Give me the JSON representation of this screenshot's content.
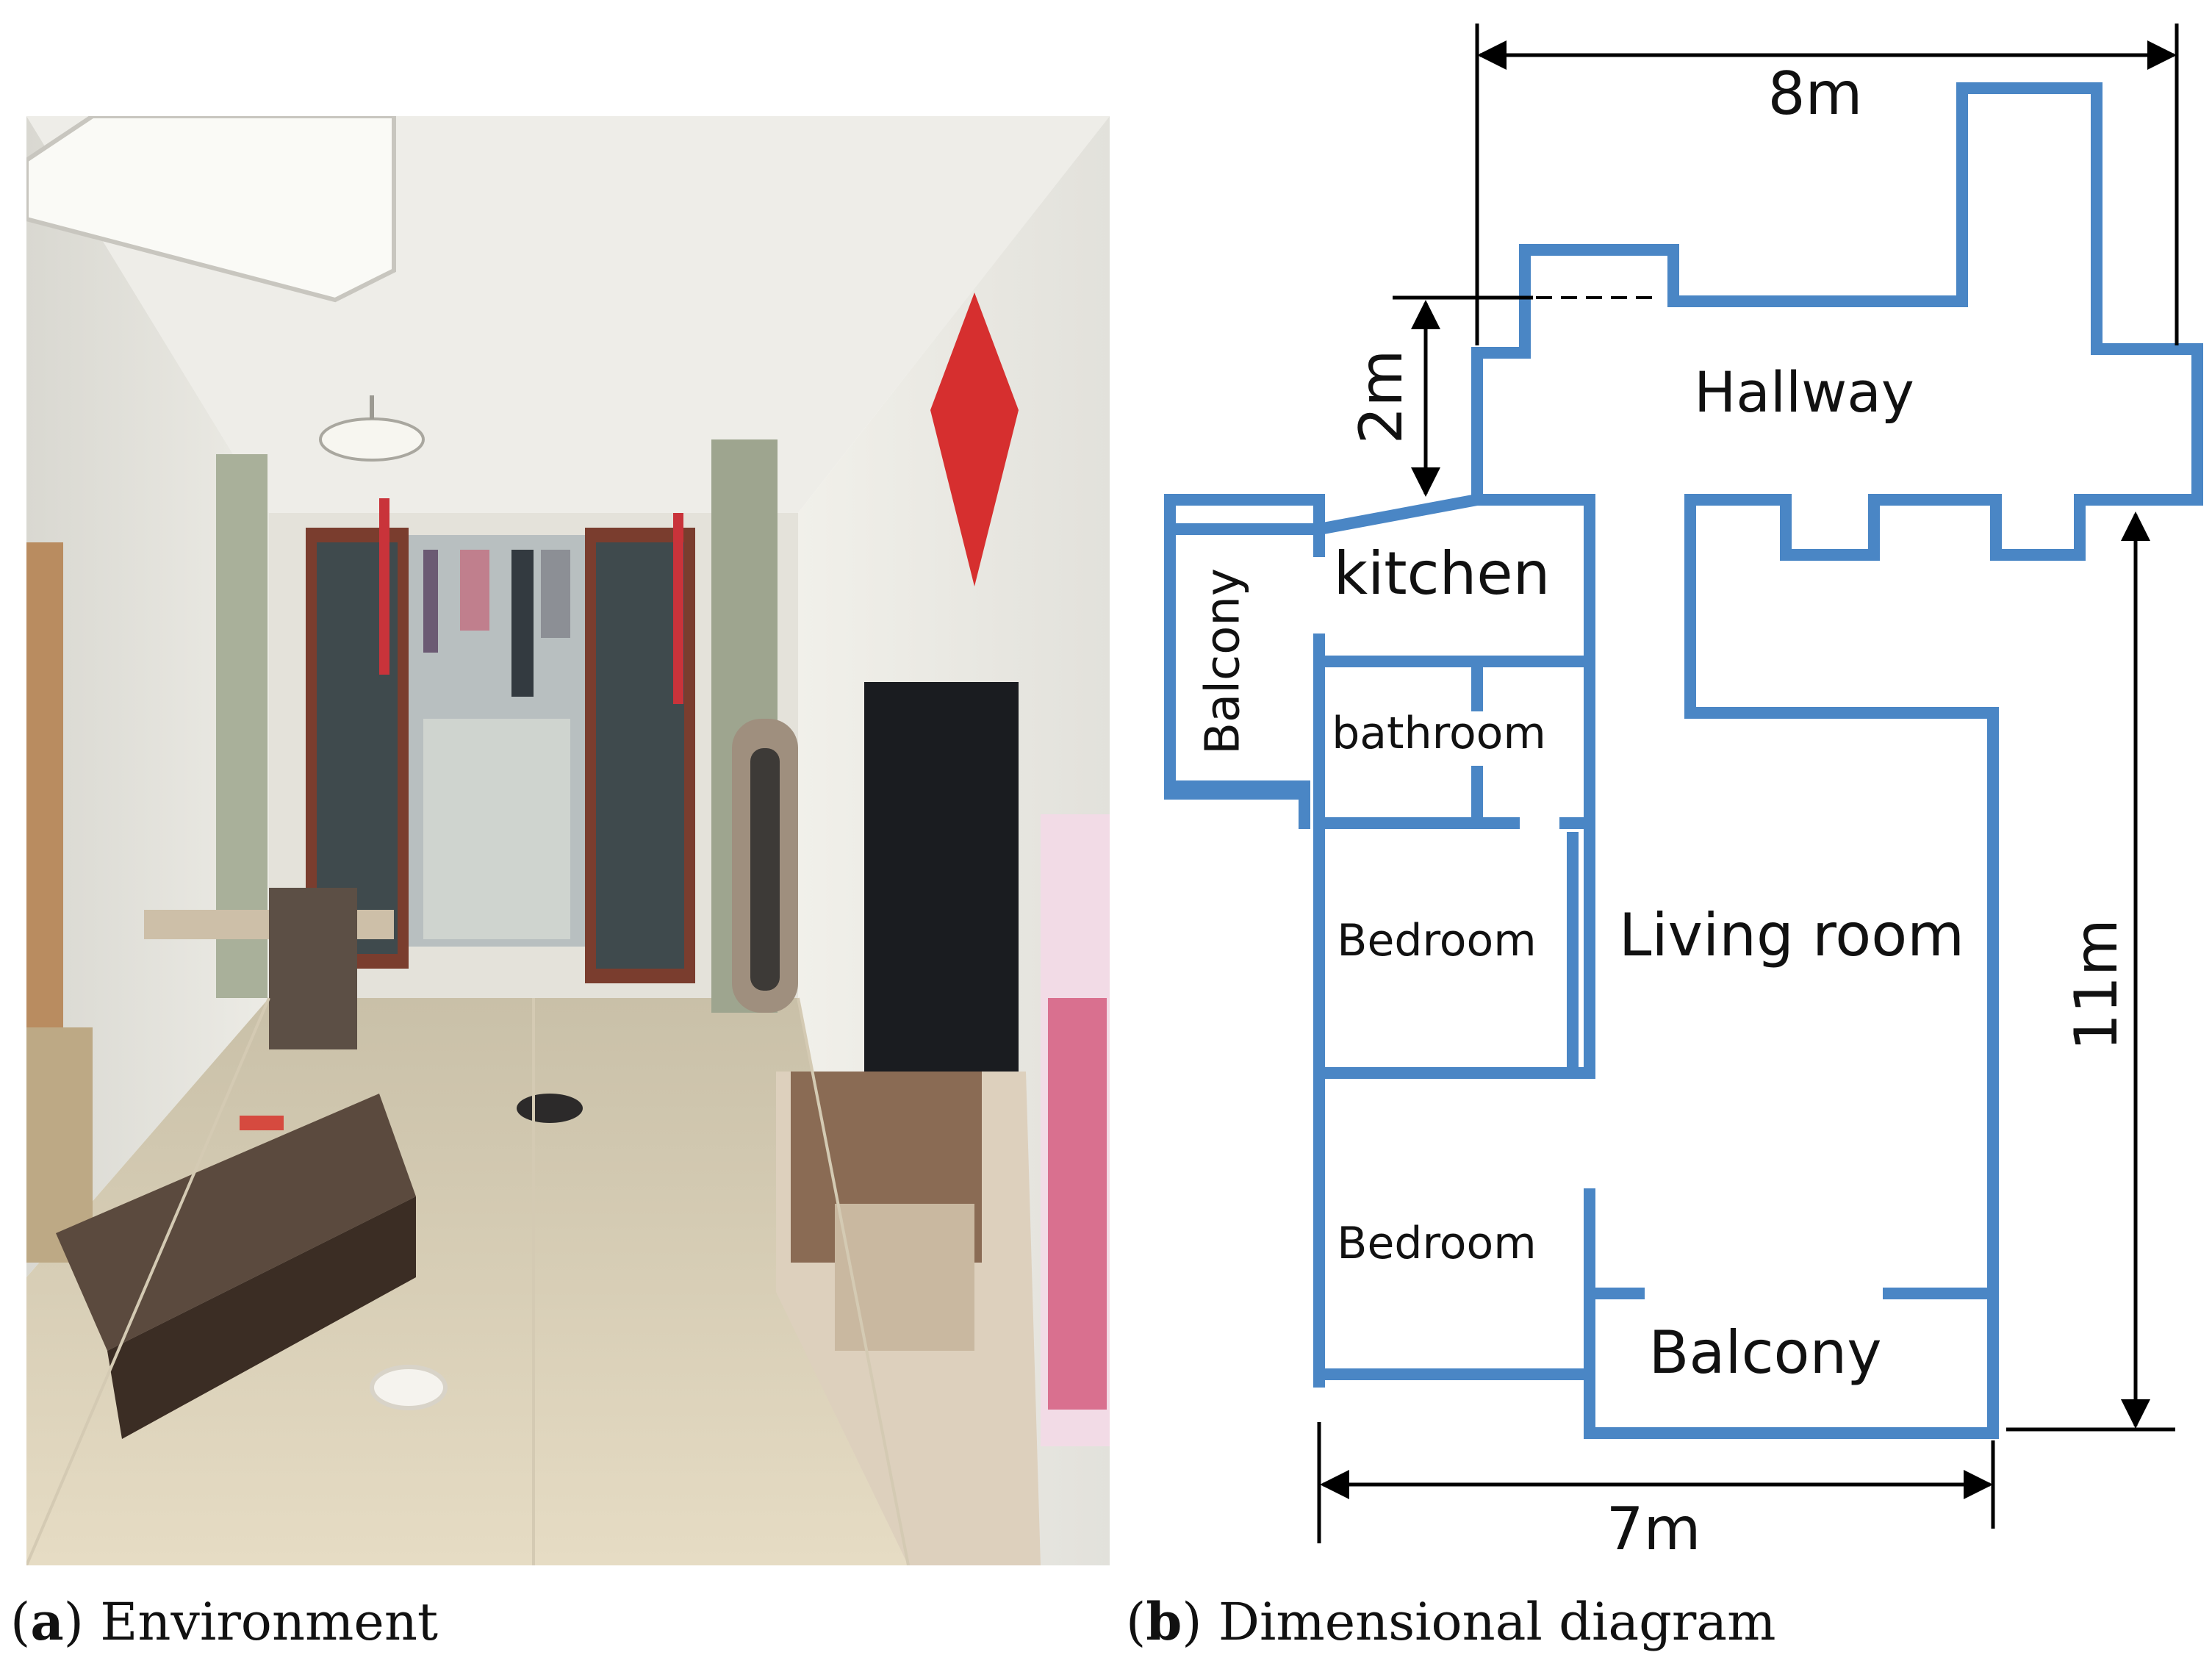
{
  "colors": {
    "wall": "#4a86c5",
    "dimension": "#000000",
    "background": "#ffffff"
  },
  "panel_a": {
    "image_description_name": "living-room-photo",
    "caption_letter": "a",
    "caption_text": "Environment"
  },
  "panel_b": {
    "caption_letter": "b",
    "caption_text": "Dimensional diagram",
    "rooms": {
      "hallway": "Hallway",
      "kitchen": "kitchen",
      "balcony_left": "Balcony",
      "bathroom": "bathroom",
      "bedroom_top": "Bedroom",
      "living_room": "Living room",
      "bedroom_bottom": "Bedroom",
      "balcony_bottom": "Balcony"
    },
    "dimensions": {
      "width_top": "8m",
      "height_small": "2m",
      "height_right": "11m",
      "width_bottom": "7m"
    }
  }
}
